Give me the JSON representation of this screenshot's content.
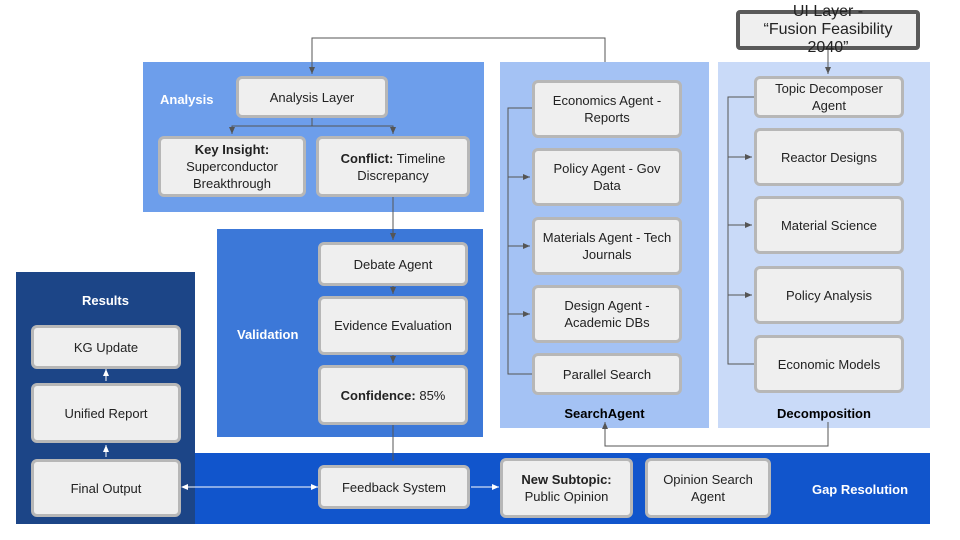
{
  "ui_layer": {
    "line1": "UI Layer -",
    "line2": "“Fusion Feasibility 2040”"
  },
  "panels": {
    "analysis": "Analysis",
    "validation": "Validation",
    "results": "Results",
    "search": "SearchAgent",
    "decomposition": "Decomposition",
    "gap": "Gap Resolution"
  },
  "analysis": {
    "layer": "Analysis Layer",
    "insight_bold": "Key Insight:",
    "insight_text": "Superconductor Breakthrough",
    "conflict_bold": "Conflict:",
    "conflict_text": " Timeline Discrepancy"
  },
  "validation": {
    "debate": "Debate Agent",
    "evidence": "Evidence Evaluation",
    "confidence_bold": "Confidence:",
    "confidence_value": " 85%"
  },
  "results": {
    "kg": "KG Update",
    "report": "Unified Report",
    "final": "Final Output"
  },
  "search": {
    "economics": "Economics Agent - Reports",
    "policy": "Policy Agent - Gov Data",
    "materials": "Materials Agent - Tech Journals",
    "design": "Design Agent - Academic DBs",
    "parallel": "Parallel Search"
  },
  "decomposition": {
    "decomposer": "Topic Decomposer Agent",
    "reactor": "Reactor Designs",
    "material": "Material Science",
    "policy": "Policy Analysis",
    "economic": "Economic Models"
  },
  "gap": {
    "feedback": "Feedback System",
    "subtopic_bold": "New Subtopic:",
    "subtopic_text": "Public Opinion",
    "opinion": "Opinion Search Agent"
  }
}
